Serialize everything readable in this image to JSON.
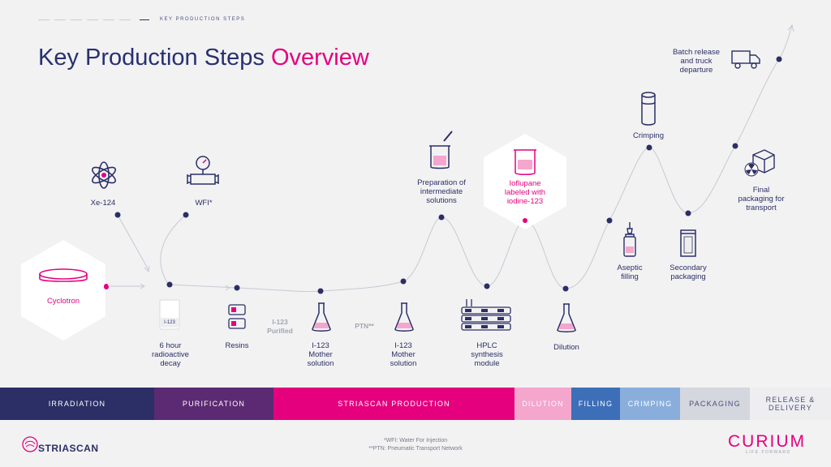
{
  "header": {
    "eyebrow": "KEY PRODUCTION STEPS",
    "title_main": "Key Production Steps",
    "title_highlight": "Overview"
  },
  "steps": {
    "cyclotron": "Cyclotron",
    "xe124": "Xe-124",
    "wfi": "WFI*",
    "vial_badge": "I-123",
    "decay": [
      "6 hour",
      "radioactive",
      "decay"
    ],
    "resins": "Resins",
    "purified": [
      "I-123",
      "Purified"
    ],
    "mother1": [
      "I-123",
      "Mother",
      "solution"
    ],
    "ptn": "PTN**",
    "mother2": [
      "I-123",
      "Mother",
      "solution"
    ],
    "intermediate": [
      "Preparation of",
      "intermediate",
      "solutions"
    ],
    "hplc": [
      "HPLC",
      "synthesis",
      "module"
    ],
    "ioflupane": [
      "Ioflupane",
      "labeled with",
      "iodine-123"
    ],
    "dilution": "Dilution",
    "aseptic": [
      "Aseptic",
      "filling"
    ],
    "crimping": "Crimping",
    "secondary": [
      "Secondary",
      "packaging"
    ],
    "final_pack": [
      "Final",
      "packaging for",
      "transport"
    ],
    "batch": [
      "Batch release",
      "and truck",
      "departure"
    ]
  },
  "phases": [
    {
      "label": "IRRADIATION",
      "color": "#2b2f66",
      "text": "#ffffff"
    },
    {
      "label": "PURIFICATION",
      "color": "#5c2a72",
      "text": "#ffffff"
    },
    {
      "label": "STRIASCAN  PRODUCTION",
      "color": "#e5007e",
      "text": "#ffffff"
    },
    {
      "label": "DILUTION",
      "color": "#f4a6cd",
      "text": "#ffffff"
    },
    {
      "label": "FILLING",
      "color": "#3d6fb8",
      "text": "#ffffff"
    },
    {
      "label": "CRIMPING",
      "color": "#8aaedc",
      "text": "#ffffff"
    },
    {
      "label": "PACKAGING",
      "color": "#d5d7de",
      "text": "#4a4f7a"
    },
    {
      "label": "RELEASE  &  DELIVERY",
      "color": "#eeeef1",
      "text": "#4a4f7a"
    }
  ],
  "footer": {
    "wfi_note": "*WFI: Water For Injection",
    "ptn_note": "**PTN: Pneumatic Transport Network",
    "left_logo": "STRIASCAN",
    "right_logo": "CURIUM",
    "tagline": "LIFE FORWARD"
  },
  "colors": {
    "navy": "#2b2f66",
    "magenta": "#e5007e",
    "line": "#c8c9d3"
  }
}
